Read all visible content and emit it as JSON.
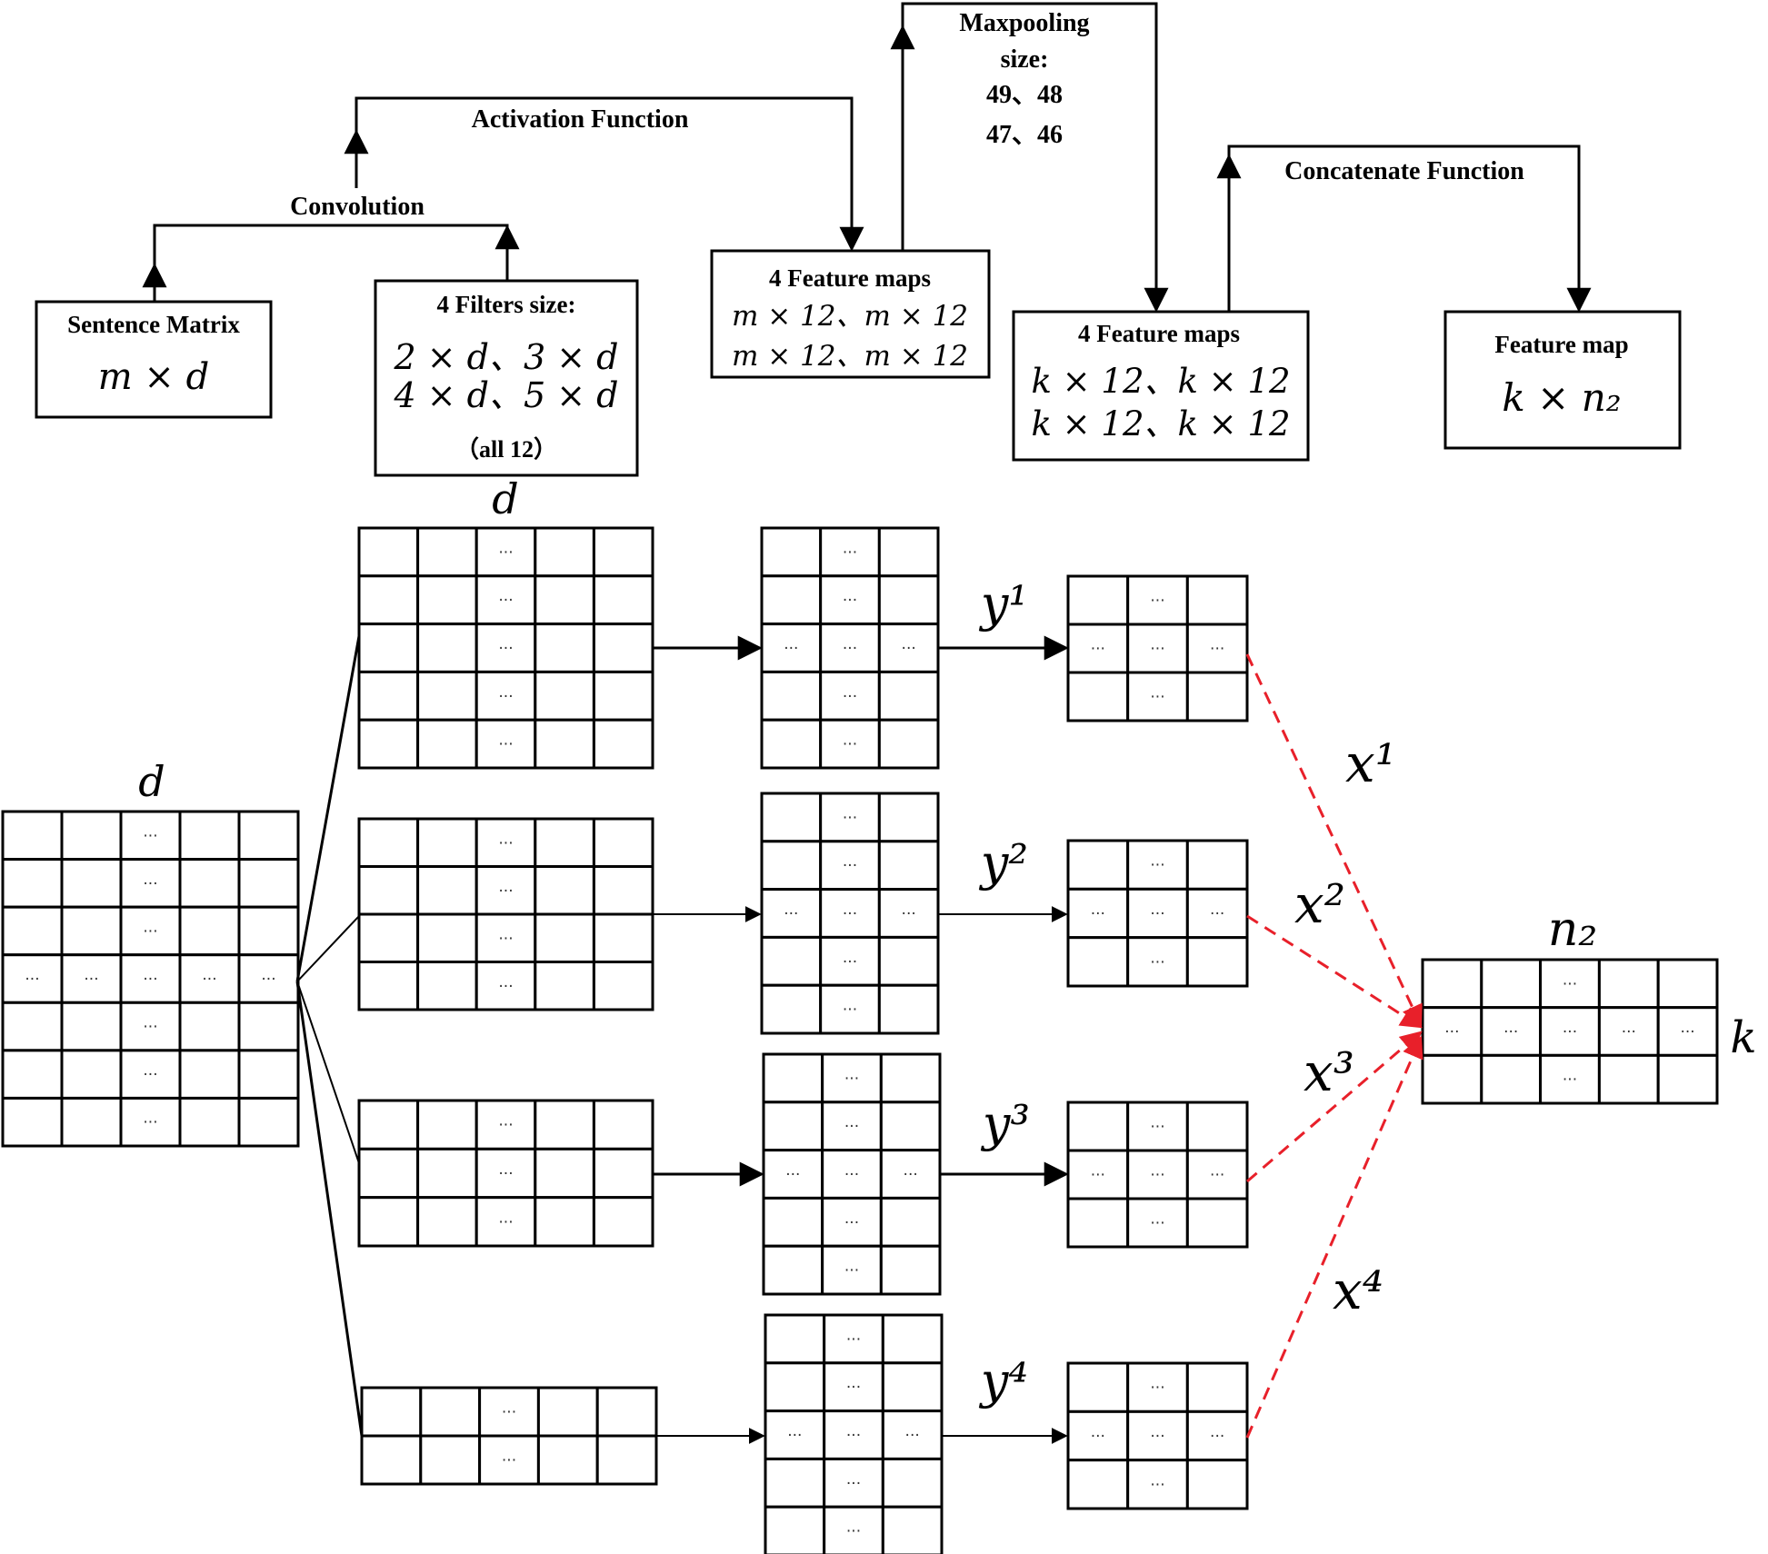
{
  "flow": {
    "convolution": "Convolution",
    "activation": "Activation Function",
    "maxpooling": {
      "line1": "Maxpooling",
      "line2": "size:",
      "line3": "49、48",
      "line4": "47、46"
    },
    "concatenate": "Concatenate Function"
  },
  "boxes": {
    "sentence": {
      "title": "Sentence  Matrix",
      "formula": "m × d"
    },
    "filters": {
      "title": "4 Filters size:",
      "row1": "2 × d、3 × d",
      "row2": "4 × d、5 × d",
      "note": "（all 12）"
    },
    "features_m": {
      "title": "4 Feature maps",
      "row1": "m × 12、m × 12",
      "row2": "m × 12、m × 12"
    },
    "features_k": {
      "title": "4 Feature maps",
      "row1": "k × 12、k × 12",
      "row2": "k × 12、k × 12"
    },
    "feature_map": {
      "title": "Feature map",
      "formula": "k × n₂"
    }
  },
  "labels": {
    "d_input": "d",
    "d_filter": "d",
    "n2": "n₂",
    "k": "k",
    "y": [
      "y¹",
      "y²",
      "y³",
      "y⁴"
    ],
    "x": [
      "x¹",
      "x²",
      "x³",
      "x⁴"
    ]
  },
  "cell_dots": "···",
  "colors": {
    "line": "#000000",
    "concat_arrow": "#e8202a"
  }
}
